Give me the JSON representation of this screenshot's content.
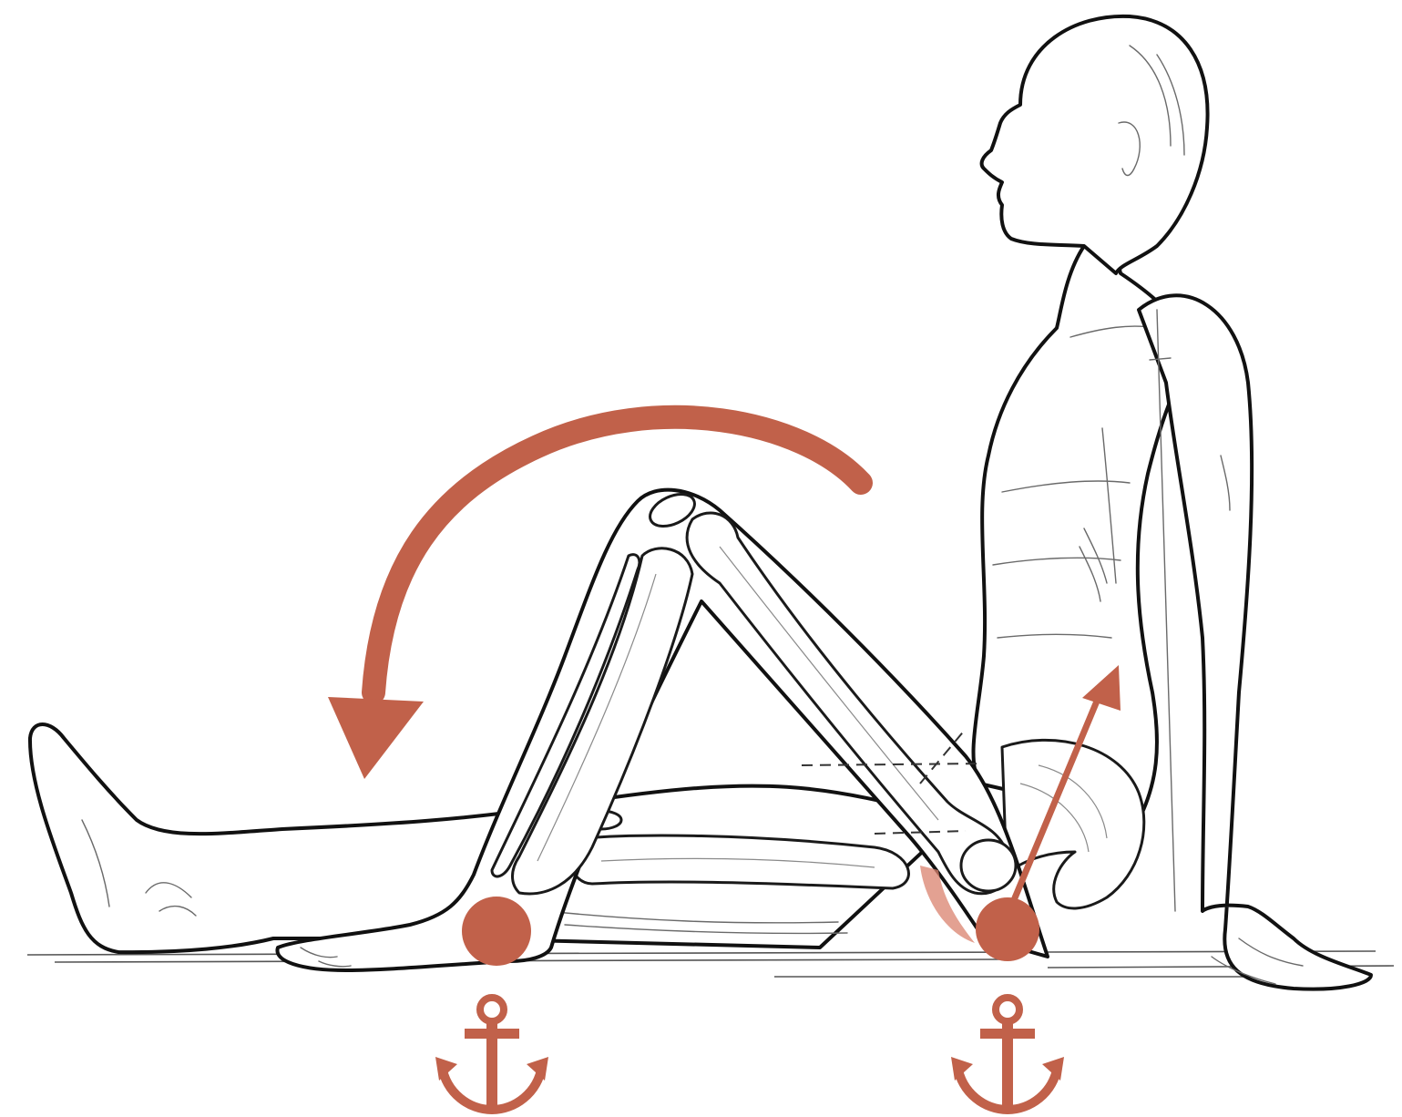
{
  "colors": {
    "accent": "#c1614a",
    "line": "#111111",
    "background": "#ffffff"
  },
  "annotations": {
    "rotation_arrow": {
      "direction": "counterclockwise-down",
      "icon": "curved-arrow-icon"
    },
    "lift_arrow": {
      "direction": "up",
      "icon": "straight-arrow-icon"
    },
    "anchors": [
      {
        "icon": "anchor-icon",
        "marker": "heel-contact-point"
      },
      {
        "icon": "anchor-icon",
        "marker": "sit-bone-contact-point"
      }
    ]
  }
}
